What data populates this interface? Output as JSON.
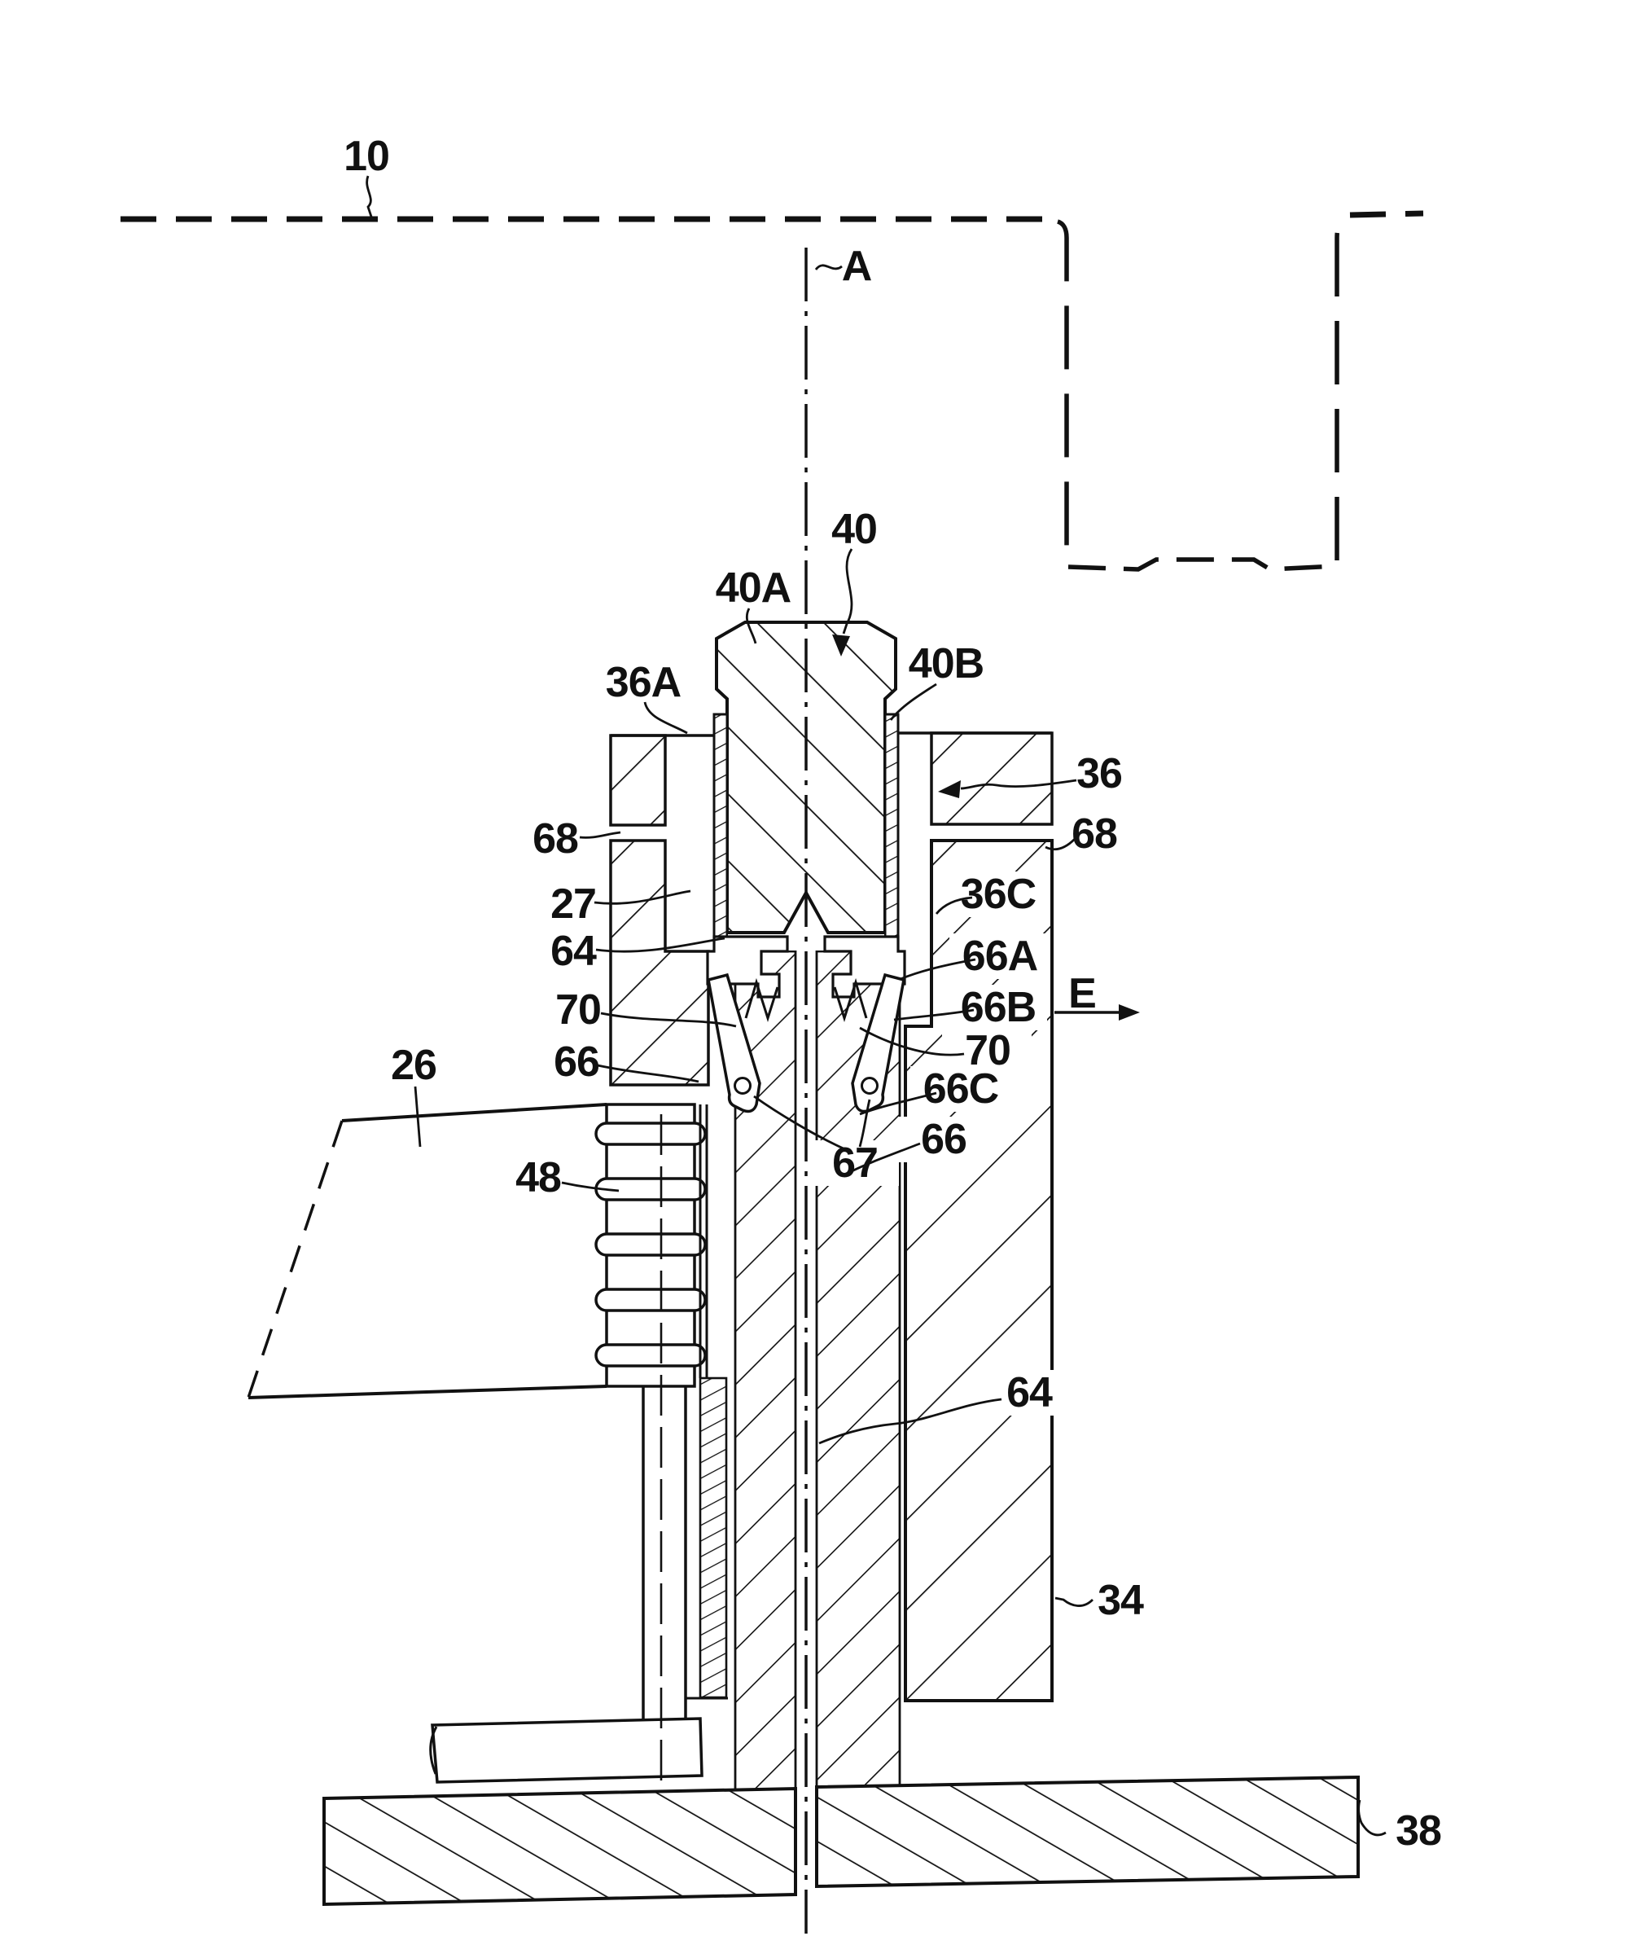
{
  "figure": {
    "kind": "patent-sectional-drawing",
    "colors": {
      "ink": "#111111",
      "background": "#ffffff"
    },
    "labels": {
      "ref_10": "10",
      "ref_a": "A",
      "ref_40": "40",
      "ref_40a": "40A",
      "ref_40b": "40B",
      "ref_36a": "36A",
      "ref_36": "36",
      "ref_36c": "36C",
      "ref_68_left": "68",
      "ref_68_right": "68",
      "ref_27": "27",
      "ref_64_upper": "64",
      "ref_64_lower": "64",
      "ref_66a": "66A",
      "ref_66b": "66B",
      "ref_66c": "66C",
      "ref_66_left": "66",
      "ref_66_right": "66",
      "ref_70_left": "70",
      "ref_70_right": "70",
      "ref_67": "67",
      "ref_26": "26",
      "ref_48": "48",
      "ref_e": "E",
      "ref_34": "34",
      "ref_38": "38"
    }
  }
}
